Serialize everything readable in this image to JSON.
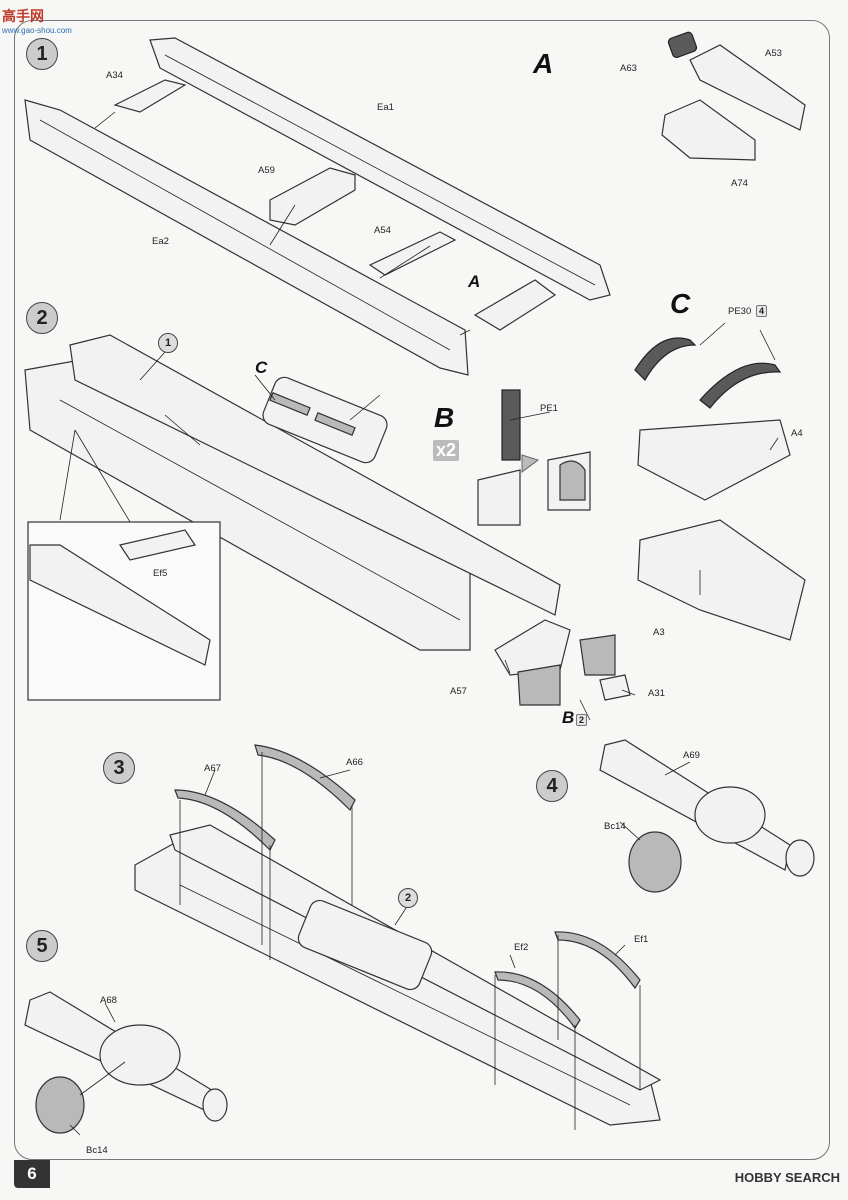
{
  "header": {
    "watermark_main": "高手网",
    "watermark_sub": "www.gao-shou.com"
  },
  "page_number": "6",
  "footer_brand": "HOBBY SEARCH",
  "steps": {
    "s1": "1",
    "s2": "2",
    "s3": "3",
    "s4": "4",
    "s5": "5"
  },
  "callouts": {
    "A_big": "A",
    "A_small": "A",
    "C_big": "C",
    "C_small": "C",
    "B_big": "B",
    "B_x2": "x2",
    "B_small": "B",
    "B_badge": "2",
    "PE30_badge": "4",
    "ref_1": "1",
    "ref_2": "2"
  },
  "parts": {
    "A34": "A34",
    "Ea1": "Ea1",
    "Ea2": "Ea2",
    "A59": "A59",
    "A54": "A54",
    "A63": "A63",
    "A53": "A53",
    "A74": "A74",
    "PE30": "PE30",
    "A4": "A4",
    "A3": "A3",
    "PE1": "PE1",
    "Ef5": "Ef5",
    "A57": "A57",
    "A31": "A31",
    "A67": "A67",
    "A66": "A66",
    "A69": "A69",
    "Bc14_a": "Bc14",
    "Ef2": "Ef2",
    "Ef1": "Ef1",
    "A68": "A68",
    "Bc14_b": "Bc14"
  }
}
